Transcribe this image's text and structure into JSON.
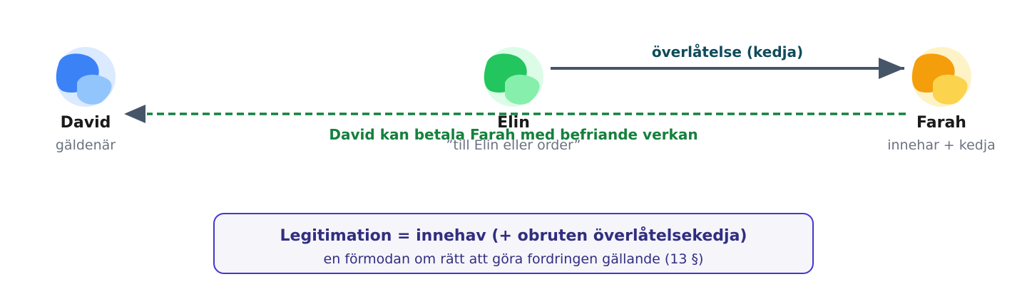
{
  "nodes": [
    {
      "id": "david",
      "name": "David",
      "role": "gäldenär",
      "colors": {
        "bg": "#dbeafe",
        "main": "#3b82f6",
        "light": "#93c5fd"
      }
    },
    {
      "id": "elin",
      "name": "Elin",
      "role": "”till Elin eller order”",
      "colors": {
        "bg": "#dcfce7",
        "main": "#22c55e",
        "light": "#86efac"
      }
    },
    {
      "id": "farah",
      "name": "Farah",
      "role": "innehar + kedja",
      "colors": {
        "bg": "#fef3c7",
        "main": "#f59e0b",
        "light": "#fcd34d"
      }
    }
  ],
  "edges": {
    "transfer": {
      "label": "överlåtelse (kedja)",
      "color": "#475569"
    },
    "payment": {
      "label": "David kan betala Farah med befriande verkan",
      "color": "#15803d"
    }
  },
  "infobox": {
    "title": "Legitimation = innehav (+ obruten överlåtelsekedja)",
    "subtitle": "en förmodan om rätt att göra fordringen gällande (13 §)",
    "border_color": "#4338ca",
    "bg_color": "#f5f5fa"
  }
}
